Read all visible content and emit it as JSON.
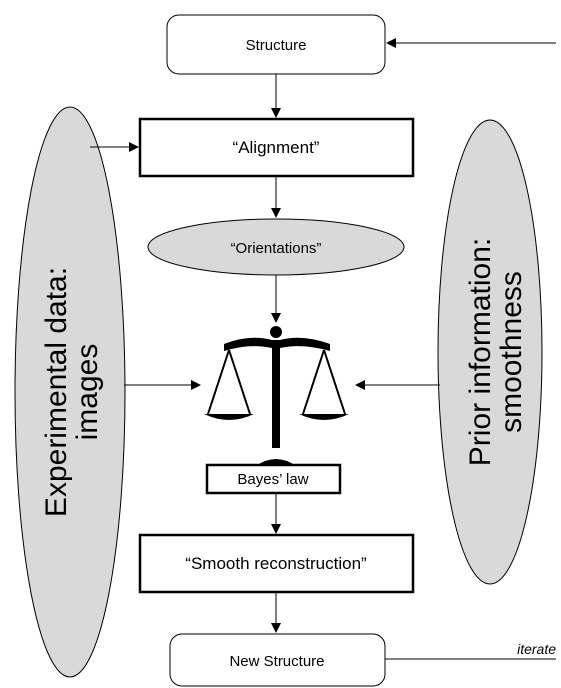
{
  "nodes": {
    "structure": "Structure",
    "alignment": "“Alignment”",
    "orientations": "“Orientations”",
    "bayes": "Bayes’ law",
    "smooth": "“Smooth reconstruction”",
    "new_structure": "New Structure"
  },
  "side": {
    "left_line1": "Experimental data:",
    "left_line2": "images",
    "right_line1": "Prior information:",
    "right_line2": "smoothness"
  },
  "loop_label": "iterate",
  "colors": {
    "ellipse_fill": "#d9d9d9",
    "stroke": "#000000"
  },
  "icons": {
    "balance": "scales-of-justice-icon"
  }
}
